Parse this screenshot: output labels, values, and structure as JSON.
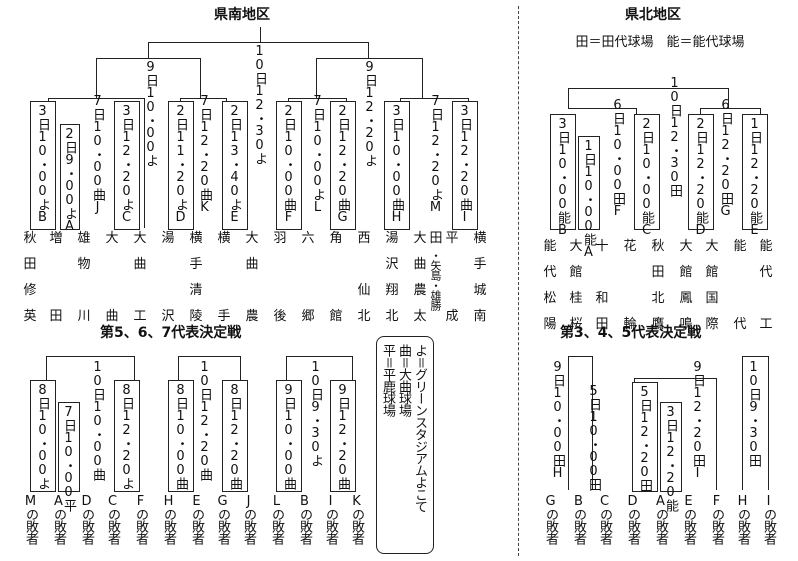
{
  "south": {
    "title": "県南地区",
    "rounds": {
      "final": "10日12・30よ",
      "semi_left": "9日10・00よ",
      "semi_right": "9日12・20よ",
      "q1": "7日10・00曲J",
      "q2": "7日12・20曲K",
      "q3": "7日10・00よL",
      "q4": "7日12・20よM"
    },
    "games": {
      "b": "3日10・00よB",
      "a": "2日9・00よA",
      "c": "3日12・20よC",
      "d": "2日11・20よD",
      "e": "2日13・40よE",
      "f": "2日10・00曲F",
      "g": "2日12・20曲G",
      "h": "3日10・00曲H",
      "i": "3日12・20曲I"
    },
    "teams": [
      [
        "秋",
        "田",
        "修",
        "英"
      ],
      [
        "増",
        "",
        "",
        "田"
      ],
      [
        "雄",
        "物",
        "",
        "川"
      ],
      [
        "大",
        "",
        "",
        "曲"
      ],
      [
        "大",
        "曲",
        "",
        "工"
      ],
      [
        "湯",
        "",
        "",
        "沢"
      ],
      [
        "横",
        "手",
        "清",
        "陵"
      ],
      [
        "横",
        "",
        "",
        "手"
      ],
      [
        "大",
        "曲",
        "",
        "農"
      ],
      [
        "羽",
        "",
        "",
        "後"
      ],
      [
        "六",
        "",
        "",
        "郷"
      ],
      [
        "角",
        "",
        "",
        "館"
      ],
      [
        "西",
        "",
        "仙",
        "北"
      ],
      [
        "湯",
        "沢",
        "翔",
        "北"
      ],
      [
        "大",
        "曲",
        "農",
        "太"
      ],
      [
        "平",
        "",
        "",
        "成"
      ],
      [
        "横",
        "手",
        "城",
        "南"
      ]
    ],
    "team14_sub": "田",
    "team14_extra": "・矢島・雄勝"
  },
  "north": {
    "title": "県北地区",
    "legend": "田＝田代球場　能＝能代球場",
    "rounds": {
      "final": "10日12・30田",
      "semi_left": "6日10・00田F",
      "semi_right": "6日12・20田G"
    },
    "games": {
      "b": "3日10・00能B",
      "a": "1日10・00能A",
      "c": "2日10・00能C",
      "d": "2日12・20能D",
      "e": "1日12・20能E"
    },
    "teams": [
      [
        "能",
        "代",
        "松",
        "陽"
      ],
      [
        "大",
        "館",
        "桂",
        "桜"
      ],
      [
        "十",
        "",
        "和",
        "田"
      ],
      [
        "花",
        "",
        "",
        "輪"
      ],
      [
        "秋",
        "田",
        "北",
        "鷹"
      ],
      [
        "大",
        "館",
        "鳳",
        "鳴"
      ],
      [
        "大",
        "館",
        "国",
        "際"
      ],
      [
        "能",
        "",
        "",
        "代"
      ],
      [
        "能",
        "代",
        "",
        "工"
      ]
    ]
  },
  "rep_south": {
    "title": "第5、6、7代表決定戦",
    "games": [
      "8日10・00よ",
      "7日10・00平",
      "10日10・00曲",
      "8日12・20よ",
      "8日10・00曲",
      "10日12・20曲",
      "8日12・20曲",
      "9日10・00曲",
      "10日9・30よ",
      "9日12・20曲"
    ],
    "losers": [
      "Mの敗者",
      "Aの敗者",
      "Dの敗者",
      "Cの敗者",
      "Fの敗者",
      "Hの敗者",
      "Eの敗者",
      "Gの敗者",
      "Jの敗者",
      "Lの敗者",
      "Bの敗者",
      "Iの敗者",
      "Kの敗者"
    ],
    "legend": [
      "よ＝グリーンスタジアムよこて",
      "曲＝大曲球場",
      "平＝平鹿球場"
    ]
  },
  "rep_north": {
    "title": "第3、4、5代表決定戦",
    "games": [
      "9日10・00田H",
      "5日10・00田",
      "5日12・20田",
      "3日12・20能",
      "9日12・20田I",
      "10日9・30田"
    ],
    "losers": [
      "Gの敗者",
      "Bの敗者",
      "Cの敗者",
      "Dの敗者",
      "Aの敗者",
      "Eの敗者",
      "Fの敗者",
      "Hの敗者",
      "Iの敗者"
    ]
  }
}
